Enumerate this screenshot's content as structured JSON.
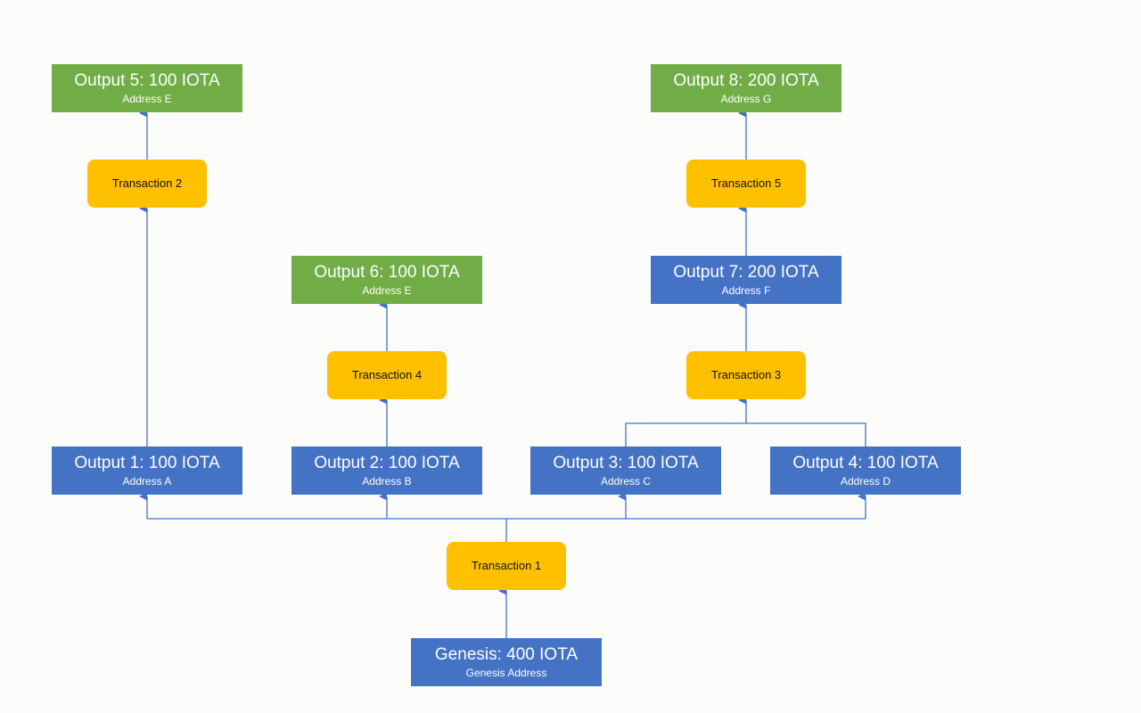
{
  "colors": {
    "output_unspent": "#70ad47",
    "output_spent": "#4472c4",
    "transaction": "#ffc000",
    "edge": "#4472c4"
  },
  "nodes": {
    "genesis": {
      "title": "Genesis: 400 IOTA",
      "address": "Genesis Address"
    },
    "tx1": {
      "label": "Transaction 1"
    },
    "out1": {
      "title": "Output 1: 100 IOTA",
      "address": "Address A"
    },
    "out2": {
      "title": "Output 2: 100 IOTA",
      "address": "Address B"
    },
    "out3": {
      "title": "Output 3: 100 IOTA",
      "address": "Address C"
    },
    "out4": {
      "title": "Output 4: 100 IOTA",
      "address": "Address D"
    },
    "tx2": {
      "label": "Transaction 2"
    },
    "tx3": {
      "label": "Transaction 3"
    },
    "tx4": {
      "label": "Transaction 4"
    },
    "tx5": {
      "label": "Transaction 5"
    },
    "out5": {
      "title": "Output 5: 100 IOTA",
      "address": "Address E"
    },
    "out6": {
      "title": "Output 6: 100 IOTA",
      "address": "Address E"
    },
    "out7": {
      "title": "Output 7: 200 IOTA",
      "address": "Address F"
    },
    "out8": {
      "title": "Output 8: 200 IOTA",
      "address": "Address G"
    }
  },
  "edges": [
    {
      "from": "genesis",
      "to": "tx1"
    },
    {
      "from": "tx1",
      "to": "out1"
    },
    {
      "from": "tx1",
      "to": "out2"
    },
    {
      "from": "tx1",
      "to": "out3"
    },
    {
      "from": "tx1",
      "to": "out4"
    },
    {
      "from": "out1",
      "to": "tx2"
    },
    {
      "from": "tx2",
      "to": "out5"
    },
    {
      "from": "out2",
      "to": "tx4"
    },
    {
      "from": "tx4",
      "to": "out6"
    },
    {
      "from": "out3",
      "to": "tx3"
    },
    {
      "from": "out4",
      "to": "tx3"
    },
    {
      "from": "tx3",
      "to": "out7"
    },
    {
      "from": "out7",
      "to": "tx5"
    },
    {
      "from": "tx5",
      "to": "out8"
    }
  ]
}
